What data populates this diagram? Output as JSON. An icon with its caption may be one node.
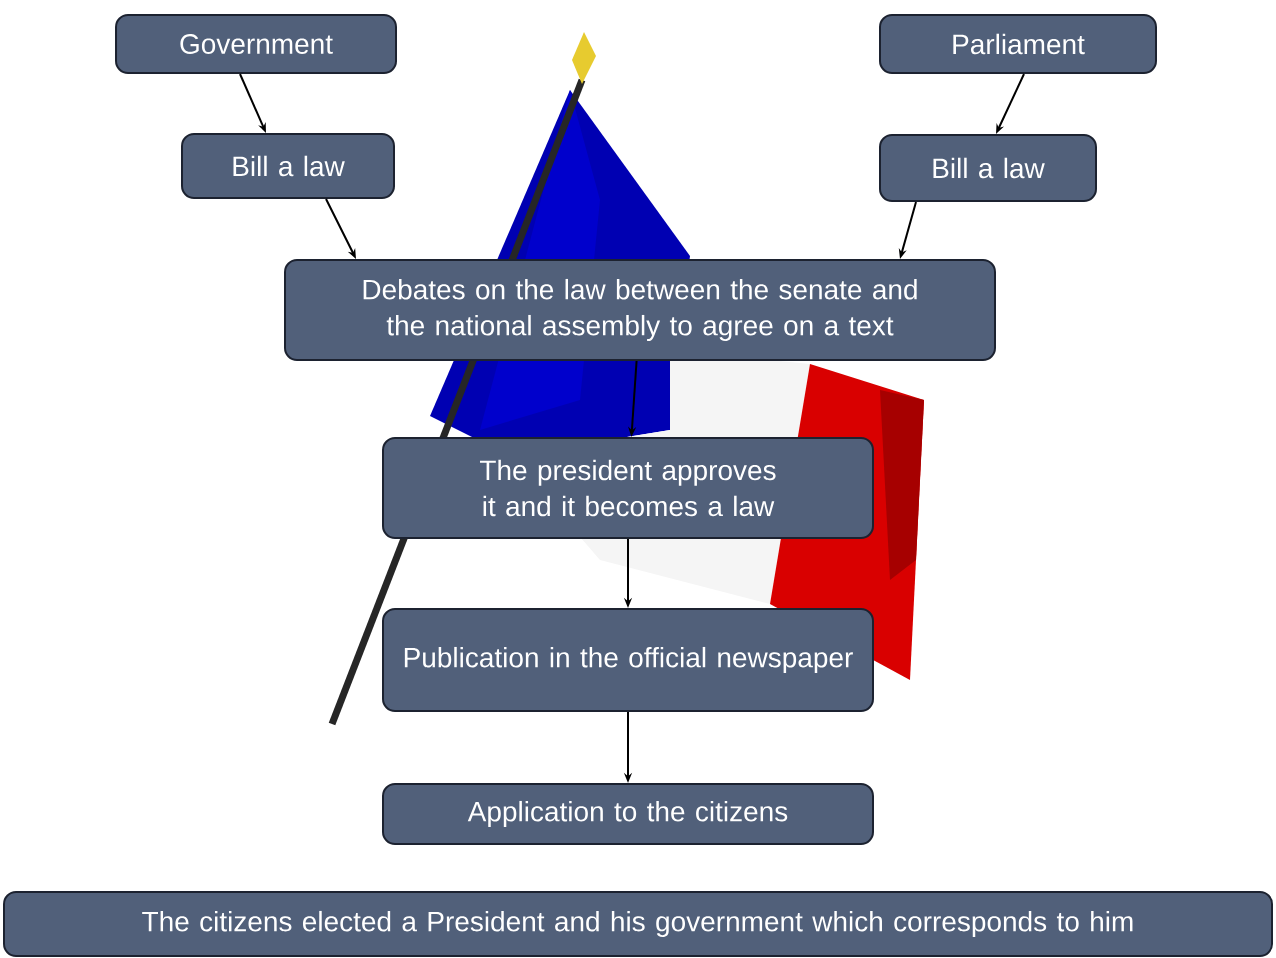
{
  "diagram": {
    "nodes": [
      {
        "text": [
          "Government"
        ]
      },
      {
        "text": [
          "Parliament"
        ]
      },
      {
        "text": [
          "Bill a law"
        ]
      },
      {
        "text": [
          "Bill a law"
        ]
      },
      {
        "text": [
          "Debates on the law between the senate and the national assembly to agree on a text"
        ]
      },
      {
        "text": [
          "The president approves it and it becomes a law"
        ]
      },
      {
        "text": [
          "Publication in the official newspaper"
        ]
      },
      {
        "text": [
          "Application to the citizens"
        ]
      },
      {
        "text": [
          "The citizens elected a President and his government which corresponds to him"
        ]
      }
    ],
    "edges": [
      {
        "from": 0,
        "to": 2,
        "arrow": "to"
      },
      {
        "from": 1,
        "to": 3,
        "arrow": "to"
      },
      {
        "from": 2,
        "to": 4,
        "arrow": "to"
      },
      {
        "from": 3,
        "to": 4,
        "arrow": "to"
      },
      {
        "from": 4,
        "to": 5,
        "arrow": "to"
      },
      {
        "from": 5,
        "to": 6,
        "arrow": "to"
      },
      {
        "from": 6,
        "to": 7,
        "arrow": "to"
      }
    ]
  }
}
